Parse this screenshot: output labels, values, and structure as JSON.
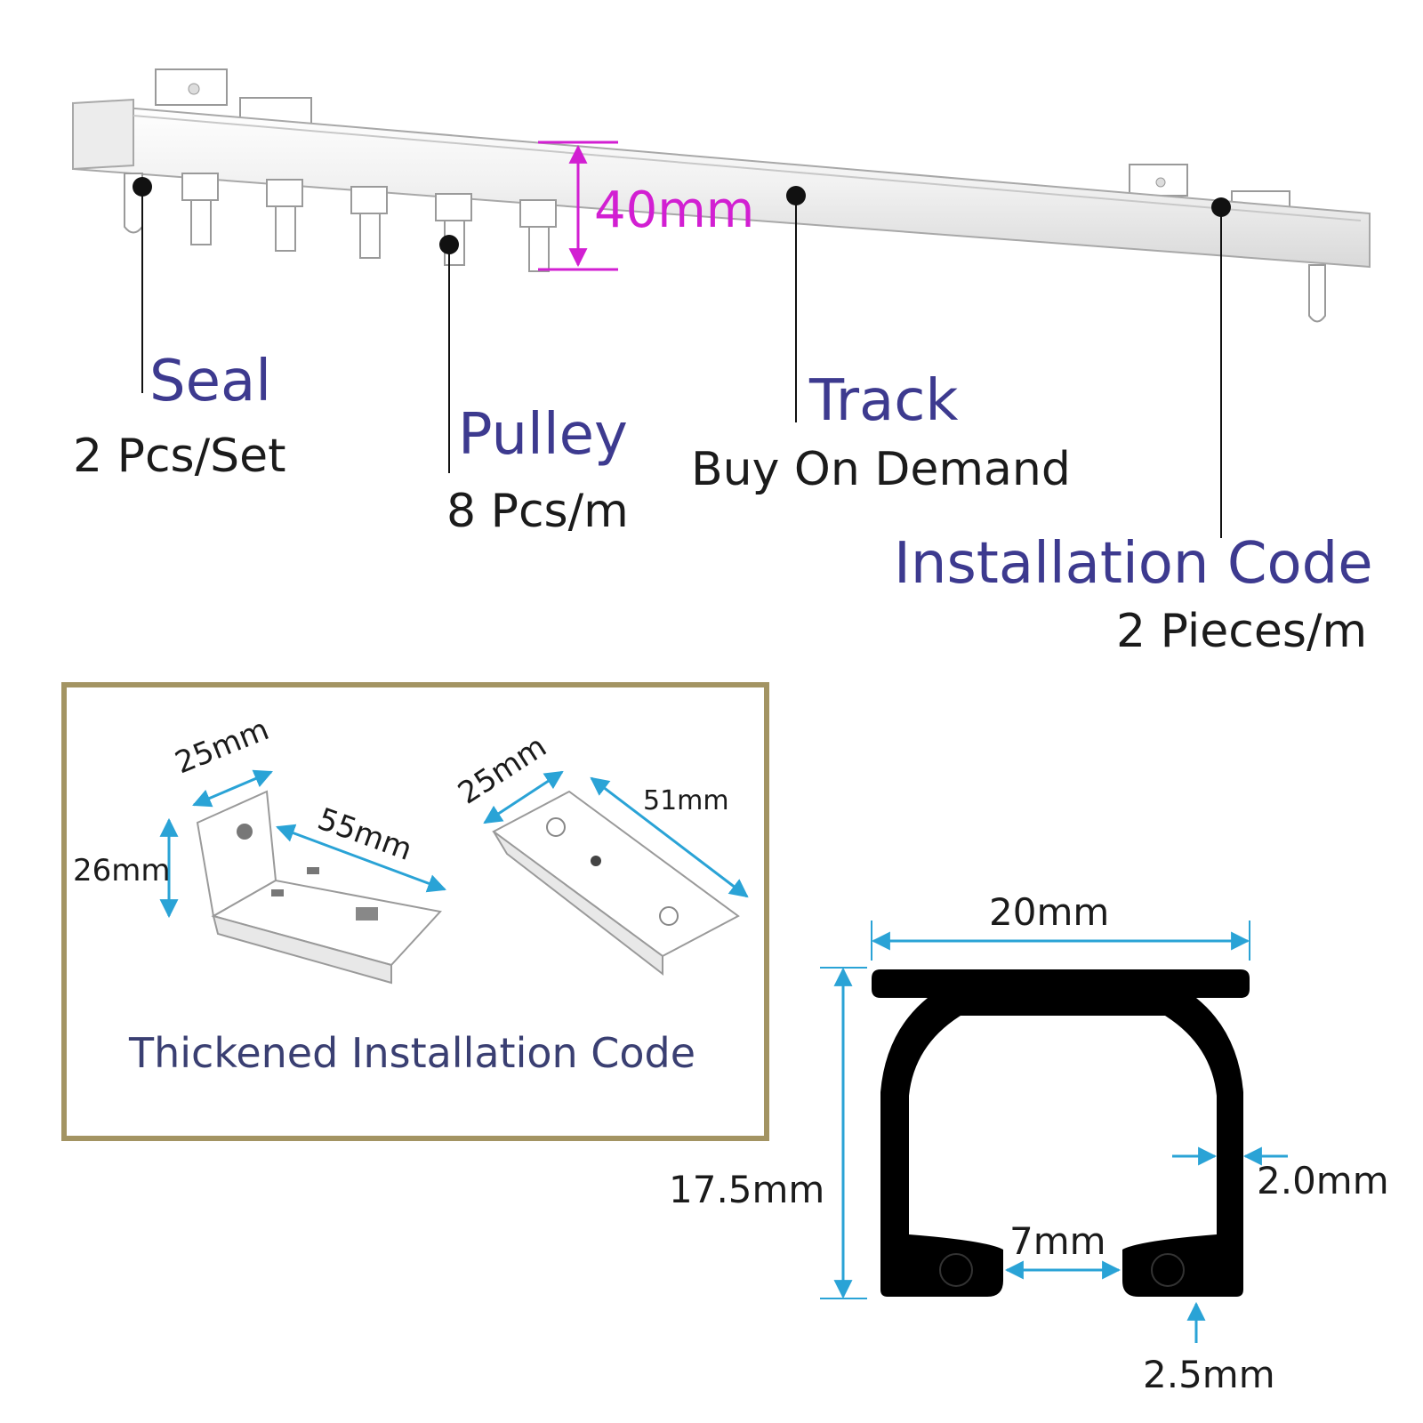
{
  "top": {
    "height_dim": "40mm",
    "callouts": {
      "seal": {
        "title": "Seal",
        "qty": "2 Pcs/Set"
      },
      "pulley": {
        "title": "Pulley",
        "qty": "8 Pcs/m"
      },
      "track": {
        "title": "Track",
        "qty": "Buy On Demand"
      },
      "installation_code": {
        "title": "Installation Code",
        "qty": "2 Pieces/m"
      }
    }
  },
  "bracket_box": {
    "caption": "Thickened Installation Code",
    "left_bracket": {
      "width": "25mm",
      "height": "26mm",
      "length": "55mm"
    },
    "right_bracket": {
      "width": "25mm",
      "length": "51mm"
    }
  },
  "profile": {
    "width": "20mm",
    "height": "17.5mm",
    "wall": "2.0mm",
    "opening": "7mm",
    "lip": "2.5mm"
  },
  "colors": {
    "label_purple": "#3d3a8f",
    "dimension_magenta": "#d21fd2",
    "dimension_blue": "#2aa3d6",
    "frame_gold": "#a39463",
    "profile_black": "#000000"
  }
}
